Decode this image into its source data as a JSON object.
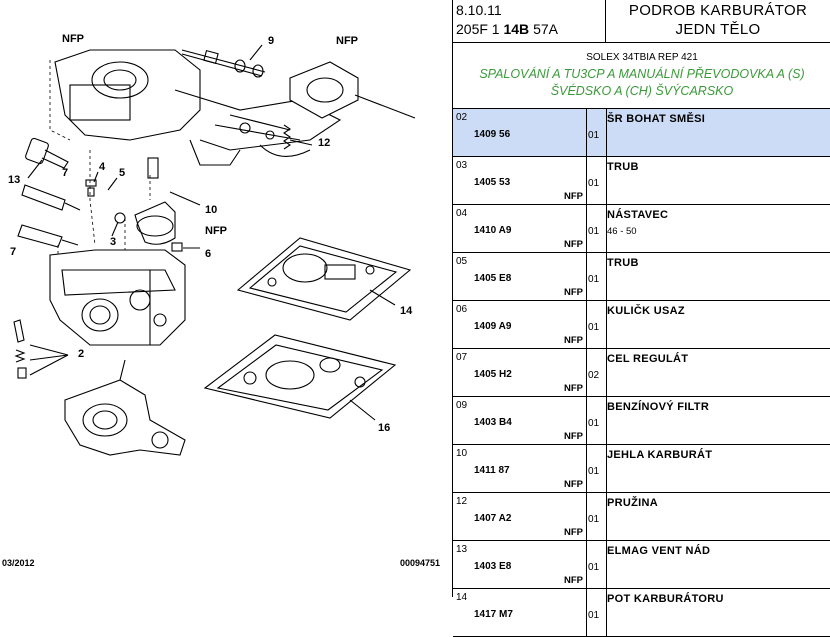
{
  "header": {
    "date": "8.10.11",
    "code_prefix": "205F 1",
    "code_bold": "14B",
    "code_suffix": "57A",
    "title_line1": "PODROB KARBURÁTOR",
    "title_line2": "JEDN TĚLO"
  },
  "subheader": {
    "model": "SOLEX 34TBIA REP 421",
    "desc_line1": "SPALOVÁNÍ A TU3CP A MANUÁLNÍ PŘEVODOVKA A (S)",
    "desc_line2": "ŠVÉDSKO A (CH) ŠVÝCARSKO"
  },
  "diagram": {
    "footer_left": "03/2012",
    "footer_right": "00094751",
    "callouts": [
      "NFP",
      "9",
      "NFP",
      "12",
      "13",
      "7",
      "4",
      "5",
      "10",
      "7",
      "3",
      "NFP",
      "6",
      "14",
      "2",
      "16"
    ]
  },
  "parts": [
    {
      "num": "02",
      "ref": "1409 56",
      "nfp": "",
      "qty": "01",
      "name": "ŠR BOHAT SMĚSI",
      "info": "",
      "selected": true
    },
    {
      "num": "03",
      "ref": "1405 53",
      "nfp": "NFP",
      "qty": "01",
      "name": "TRUB",
      "info": ""
    },
    {
      "num": "04",
      "ref": "1410 A9",
      "nfp": "NFP",
      "qty": "01",
      "name": "NÁSTAVEC",
      "info": "46 - 50"
    },
    {
      "num": "05",
      "ref": "1405 E8",
      "nfp": "NFP",
      "qty": "01",
      "name": "TRUB",
      "info": ""
    },
    {
      "num": "06",
      "ref": "1409 A9",
      "nfp": "NFP",
      "qty": "01",
      "name": "KULIČK USAZ",
      "info": ""
    },
    {
      "num": "07",
      "ref": "1405 H2",
      "nfp": "NFP",
      "qty": "02",
      "name": "CEL REGULÁT",
      "info": ""
    },
    {
      "num": "09",
      "ref": "1403 B4",
      "nfp": "NFP",
      "qty": "01",
      "name": "BENZÍNOVÝ FILTR",
      "info": ""
    },
    {
      "num": "10",
      "ref": "1411 87",
      "nfp": "NFP",
      "qty": "01",
      "name": "JEHLA KARBURÁT",
      "info": ""
    },
    {
      "num": "12",
      "ref": "1407 A2",
      "nfp": "NFP",
      "qty": "01",
      "name": "PRUŽINA",
      "info": ""
    },
    {
      "num": "13",
      "ref": "1403 E8",
      "nfp": "NFP",
      "qty": "01",
      "name": "ELMAG VENT NÁD",
      "info": ""
    },
    {
      "num": "14",
      "ref": "1417 M7",
      "nfp": "",
      "qty": "01",
      "name": "POT KARBURÁTORU",
      "info": ""
    }
  ]
}
